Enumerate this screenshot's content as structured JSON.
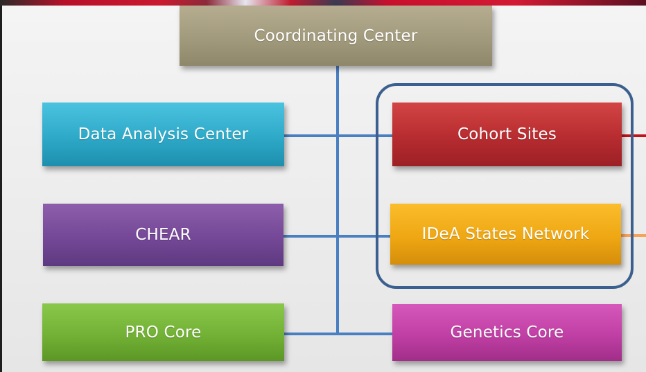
{
  "diagram": {
    "boxes": {
      "coordinating_center": "Coordinating Center",
      "data_analysis_center": "Data Analysis Center",
      "chear": "CHEAR",
      "pro_core": "PRO Core",
      "cohort_sites": "Cohort Sites",
      "idea_states_network": "IDeA States Network",
      "genetics_core": "Genetics Core"
    },
    "colors": {
      "coordinating_center": "#a29a7c",
      "data_analysis_center": "#2ea9c8",
      "chear": "#744897",
      "pro_core": "#72b135",
      "cohort_sites": "#b72c30",
      "idea_states_network": "#efa713",
      "genetics_core": "#c03fa4",
      "connector": "#4a7fc1",
      "group_outline": "#3b5f8e"
    }
  }
}
